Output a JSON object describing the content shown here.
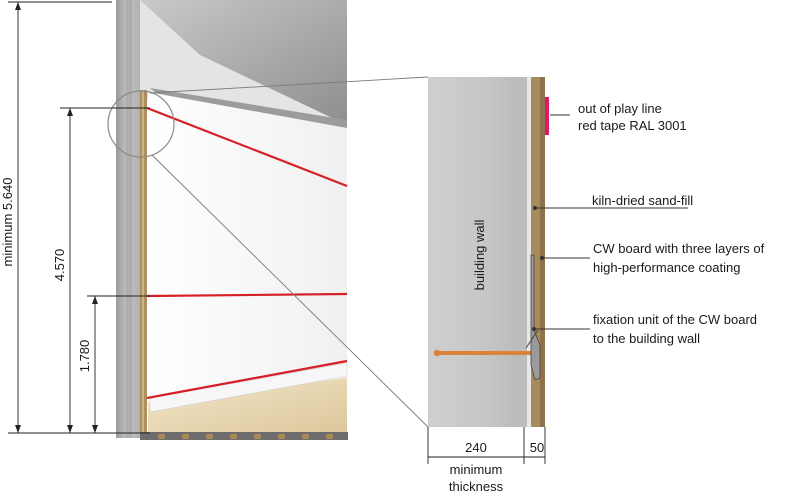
{
  "dimensions": {
    "total_height": "minimum 5.640",
    "out_line_height": "4.570",
    "service_line_height": "1.780",
    "wall_thickness": "240",
    "board_thickness": "50",
    "thickness_note_line1": "minimum",
    "thickness_note_line2": "thickness"
  },
  "labels": {
    "building_wall": "building wall",
    "out_of_play_line1": "out of play line",
    "out_of_play_line2": "red tape RAL 3001",
    "sand_fill": "kiln-dried sand-fill",
    "cw_board_line1": "CW board with three layers of",
    "cw_board_line2": "high-performance coating",
    "fixation_line1": "fixation unit of the CW board",
    "fixation_line2": "to the building wall"
  },
  "colors": {
    "wall_gray": "#c8c8c8",
    "tape_red": "#d8232a",
    "court_line_red": "#d62027",
    "board_brown": "#a98a5c",
    "fixation_orange": "#d9843a",
    "floor_tan": "#ead9b5"
  }
}
